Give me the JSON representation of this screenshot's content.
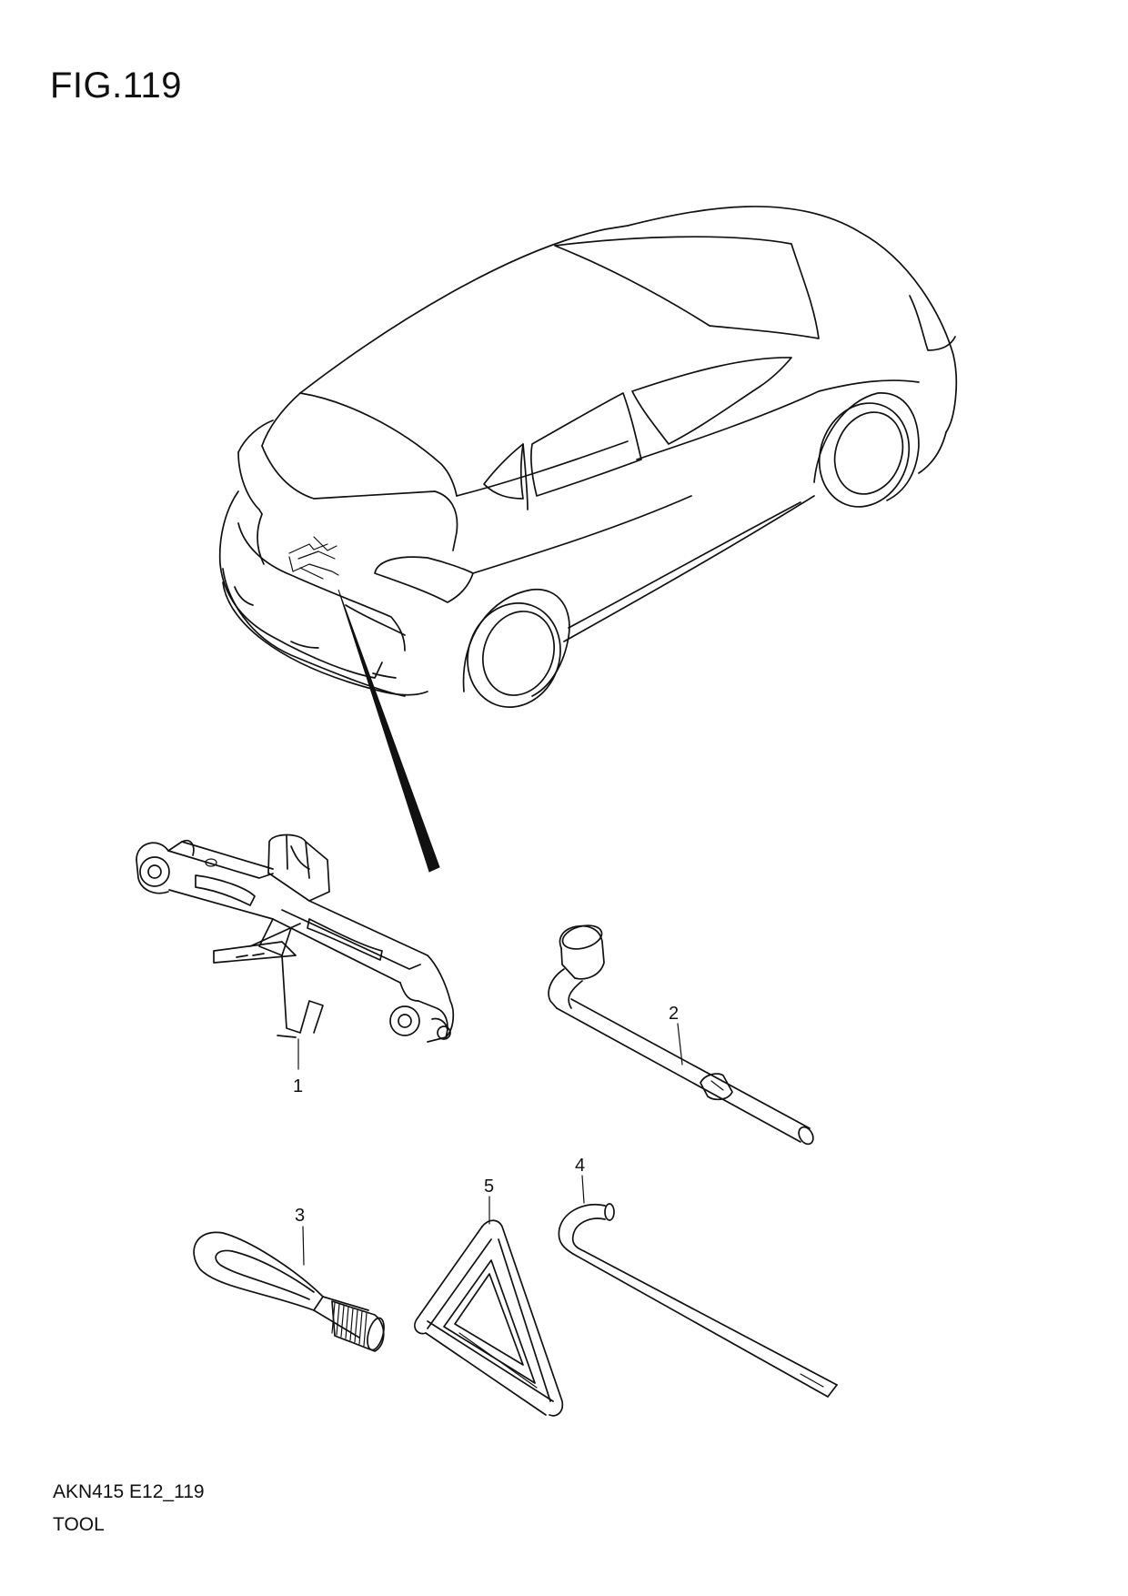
{
  "figure": {
    "title": "FIG.119",
    "code": "AKN415 E12_119",
    "section": "TOOL"
  },
  "callouts": [
    {
      "number": "1",
      "part_icon": "scissor-jack-icon"
    },
    {
      "number": "2",
      "part_icon": "wheel-brace-icon"
    },
    {
      "number": "3",
      "part_icon": "towing-hook-icon"
    },
    {
      "number": "4",
      "part_icon": "jack-handle-icon"
    },
    {
      "number": "5",
      "part_icon": "warning-triangle-icon"
    }
  ]
}
